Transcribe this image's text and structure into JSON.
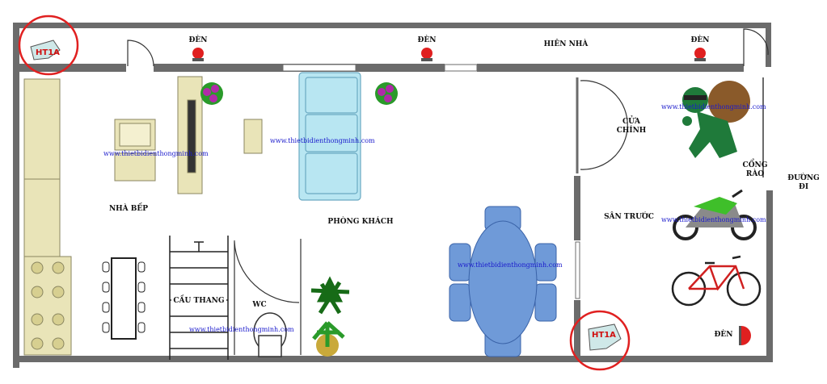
{
  "labels": {
    "den_1": "ĐÈN",
    "den_2": "ĐÈN",
    "den_3": "ĐÈN",
    "den_4": "ĐÈN",
    "hien_nha": "HIÊN NHÀ",
    "cua_chinh": "CỬA\nCHÍNH",
    "cong_rao": "CỔNG\nRÀO",
    "duong_di": "ĐƯỜNG\nĐI",
    "san_truoc": "SÂN TRƯỚC",
    "nha_bep": "NHÀ BẾP",
    "phong_khach": "PHÒNG KHÁCH",
    "cau_thang": "CẦU THANG",
    "wc": "WC"
  },
  "watermarks": [
    "www.thietbidienthongminh.com",
    "www.thietbidienthongminh.com",
    "www.thietbidienthongminh.com",
    "www.thietbidienthongminh.com",
    "www.thietbidienthongminh.com",
    "www.thietbidienthongminh.com"
  ],
  "devices": {
    "sensor_1": "HT1A",
    "sensor_2": "HT1A"
  },
  "colors": {
    "wall": "#6b6b6b",
    "lamp": "#e02020",
    "highlight_circle": "#e02020",
    "watermark": "#1a1acc",
    "sofa": "#b8e6f2",
    "table": "#6f9ad8",
    "thief_green": "#1f7a3a",
    "kitchen": "#e9e4b8"
  }
}
